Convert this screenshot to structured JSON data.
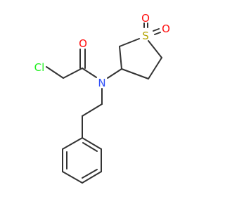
{
  "molecule": {
    "atoms": {
      "cl": "Cl",
      "carbonyl_o": "O",
      "n": "N",
      "s": "S",
      "sulfonyl_o1": "O",
      "sulfonyl_o2": "O"
    },
    "colors": {
      "bond": "#333333",
      "oxygen": "#ff0d0d",
      "nitrogen": "#3050f8",
      "chlorine": "#1ff01f",
      "sulfur": "#b3a500"
    }
  }
}
